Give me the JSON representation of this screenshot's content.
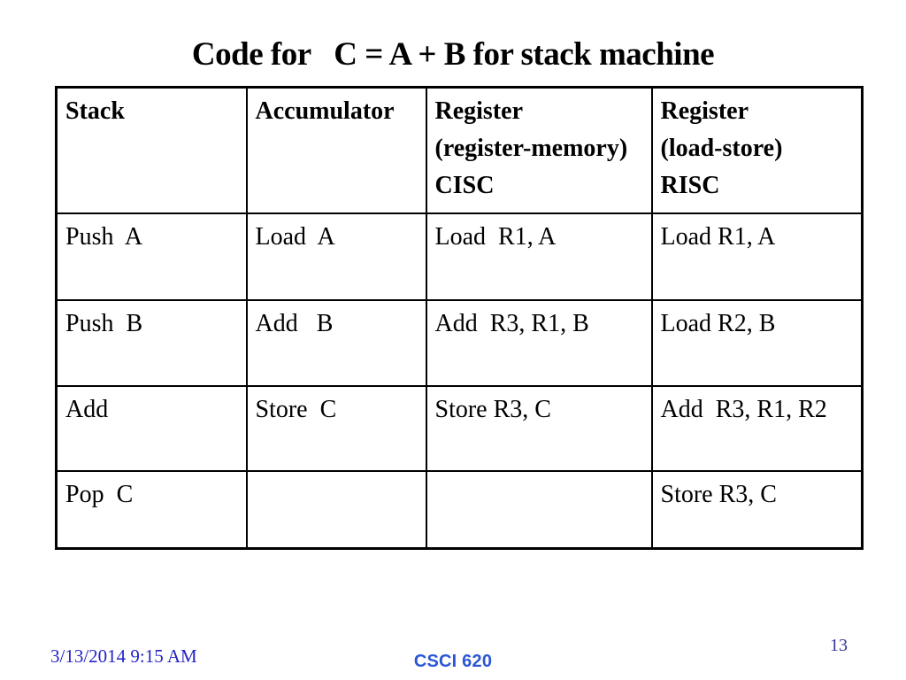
{
  "title": "Code for   C = A + B for stack machine",
  "table": {
    "headers": [
      "Stack",
      "Accumulator",
      "Register\n(register-memory)\nCISC",
      "Register\n(load-store)\nRISC"
    ],
    "rows": [
      [
        "Push  A",
        "Load  A",
        "Load  R1, A",
        "Load R1, A"
      ],
      [
        "Push  B",
        "Add   B",
        "Add  R3, R1, B",
        "Load R2, B"
      ],
      [
        "Add",
        "Store  C",
        "Store R3, C",
        "Add  R3, R1, R2"
      ],
      [
        "Pop  C",
        "",
        "",
        "Store R3, C"
      ]
    ]
  },
  "footer": {
    "datetime": "3/13/2014 9:15 AM",
    "course": "CSCI 620",
    "page_number": "13"
  },
  "colors": {
    "title_text": "#000000",
    "table_text": "#000000",
    "table_border": "#000000",
    "datetime_blue": "#2424c8",
    "course_blue": "#2b57d5",
    "page_number_blue": "#333399"
  }
}
